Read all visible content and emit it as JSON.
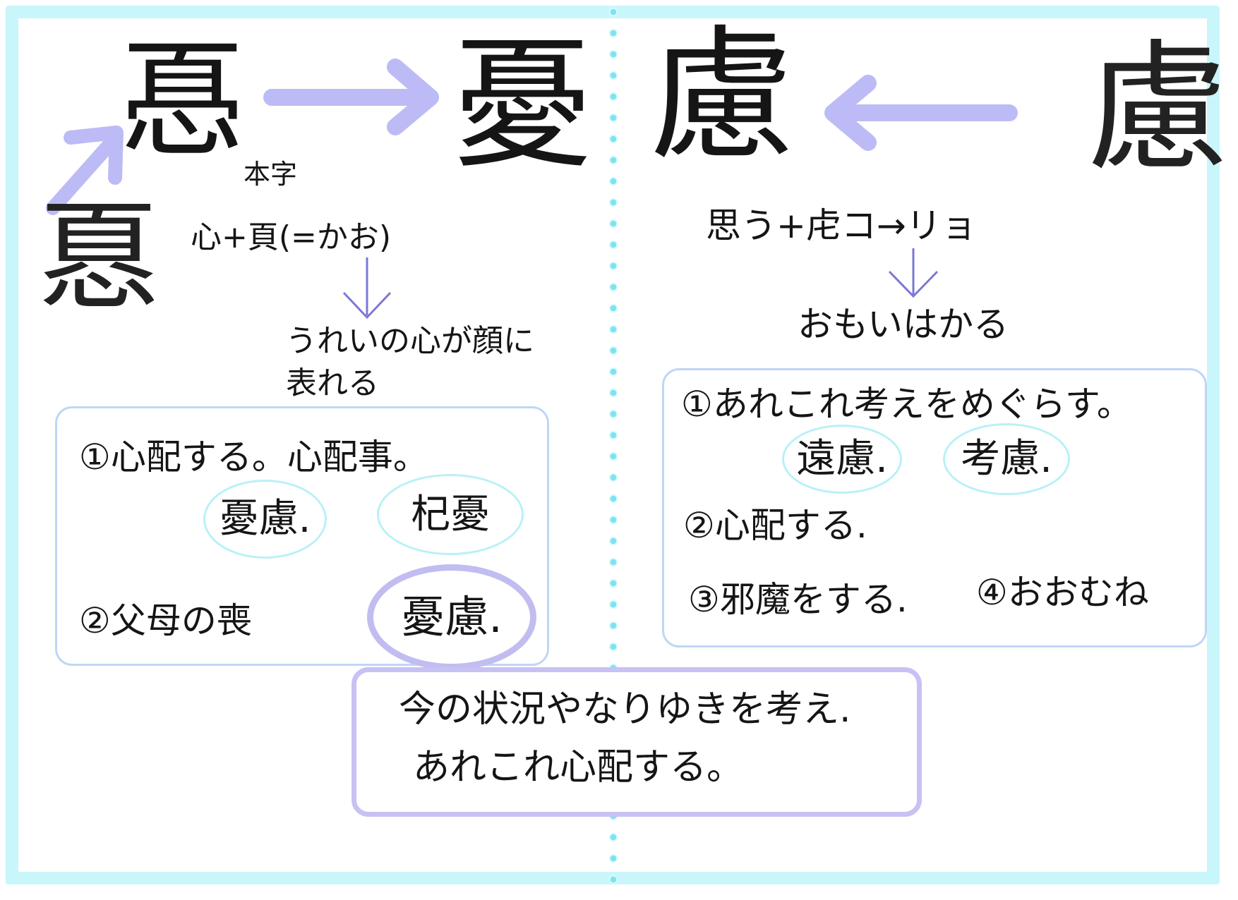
{
  "left": {
    "ancient_char": "㥑",
    "variant_char": "𢝊",
    "main_char": "憂",
    "honji_label": "本字",
    "etymology": "心+頁(=かお)",
    "meaning_note_line1": "うれいの心が顔に",
    "meaning_note_line2": "表れる",
    "meanings": {
      "m1_text": "①心配する。心配事。",
      "m1_word1": "憂慮.",
      "m1_word2": "杞憂",
      "m2_text": "②父母の喪",
      "m2_word": "憂慮."
    }
  },
  "right": {
    "ancient_char": "慮",
    "main_char": "慮",
    "etymology": "思う+虍コ→リョ",
    "meaning_note": "おもいはかる",
    "meanings": {
      "m1_text": "①あれこれ考えをめぐらす。",
      "m1_word1": "遠慮.",
      "m1_word2": "考慮.",
      "m2_text": "②心配する.",
      "m3_text": "③邪魔をする.",
      "m4_text": "④おおむね"
    }
  },
  "summary": {
    "line1": "今の状況やなりゆきを考え.",
    "line2": "あれこれ心配する。"
  },
  "colors": {
    "frame": "#c9f6fb",
    "arrow": "#bdbbf5",
    "thin_arrow": "#7b78d6",
    "box_border": "#bfd6f6",
    "ring": "#b8f1f7",
    "summary_border": "#c7c2f3"
  }
}
